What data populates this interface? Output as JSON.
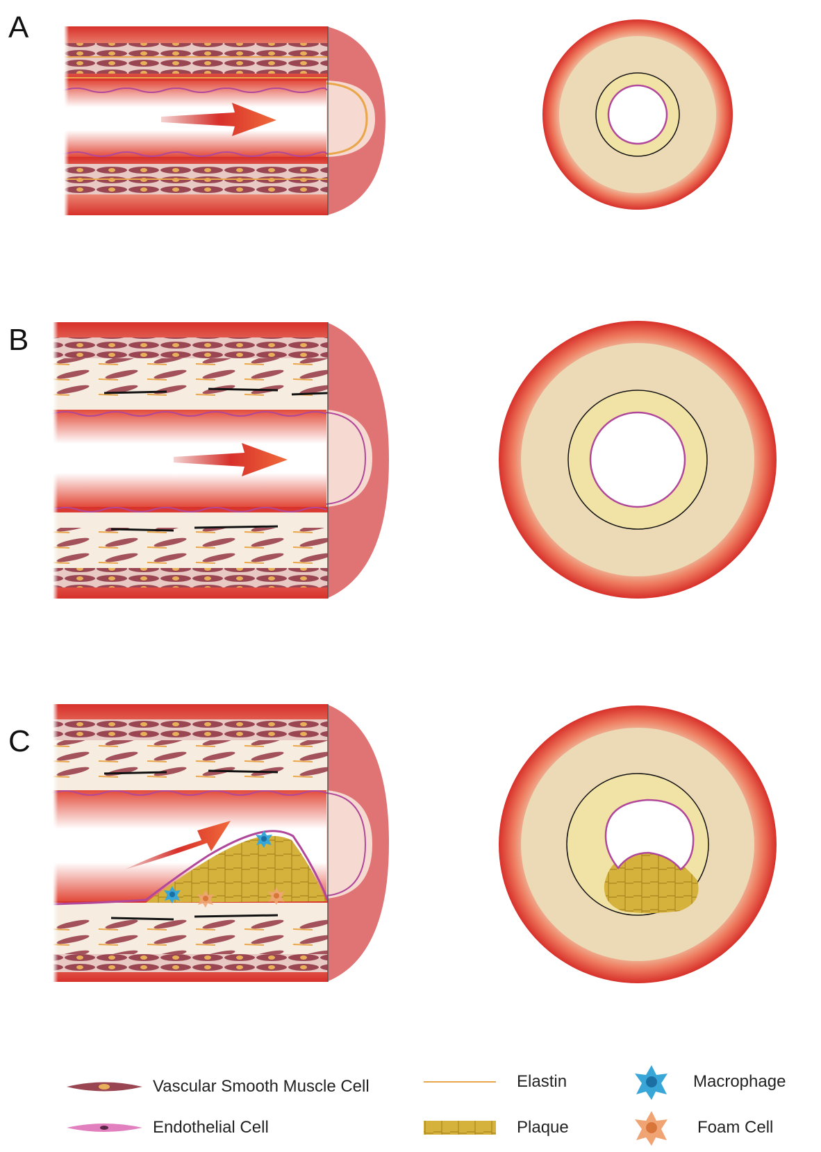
{
  "panels": [
    {
      "label": "A"
    },
    {
      "label": "B"
    },
    {
      "label": "C"
    }
  ],
  "legend": {
    "vsmc": "Vascular Smooth Muscle Cell",
    "endothelial": "Endothelial Cell",
    "elastin": "Elastin",
    "plaque": "Plaque",
    "macrophage": "Macrophage",
    "foam_cell": "Foam Cell"
  },
  "colors": {
    "adventitia": "#d7302a",
    "adventitia_light": "#f3a78e",
    "media": "#ecd9b5",
    "intima": "#f1e2a6",
    "endothelium": "#b0479a",
    "vsmc": "#8e3c46",
    "elastin": "#e9a64a",
    "plaque": "#d5b23c",
    "macrophage": "#39a6d8",
    "foam": "#f0a474",
    "arrow": "#d7302a"
  }
}
